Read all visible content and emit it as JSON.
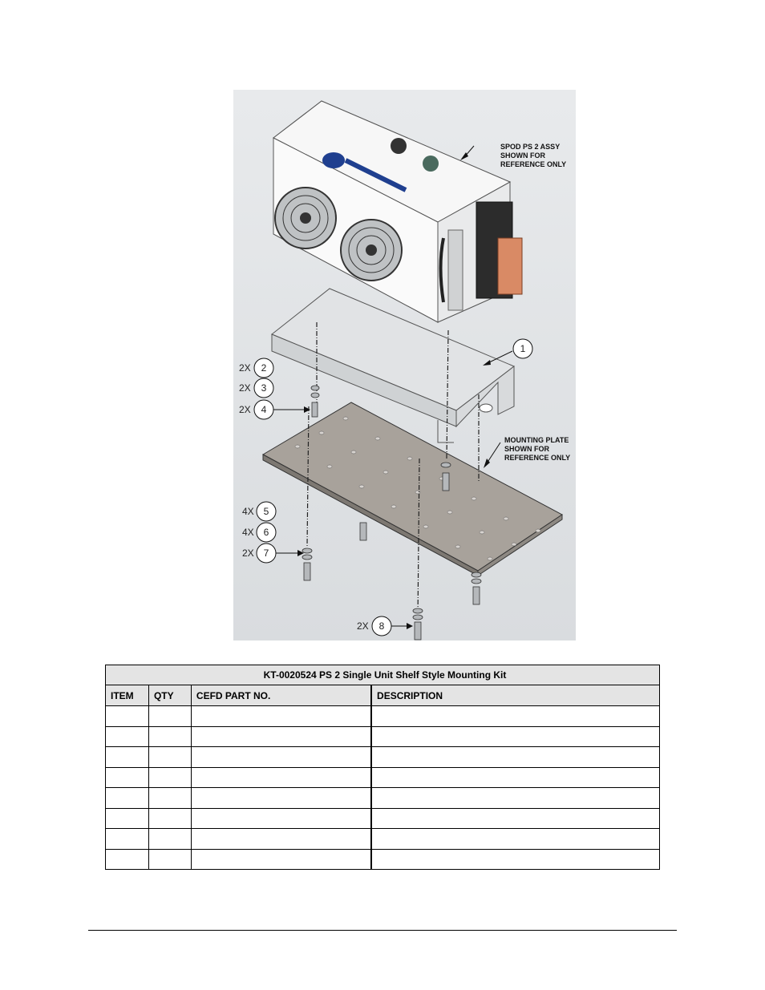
{
  "figure": {
    "note_spod": [
      "SPOD PS 2 ASSY",
      "SHOWN FOR",
      "REFERENCE ONLY"
    ],
    "note_plate": [
      "MOUNTING PLATE",
      "SHOWN FOR",
      "REFERENCE ONLY"
    ],
    "callouts": [
      {
        "qty": "",
        "item": "1"
      },
      {
        "qty": "2X",
        "item": "2"
      },
      {
        "qty": "2X",
        "item": "3"
      },
      {
        "qty": "2X",
        "item": "4"
      },
      {
        "qty": "4X",
        "item": "5"
      },
      {
        "qty": "4X",
        "item": "6"
      },
      {
        "qty": "2X",
        "item": "7"
      },
      {
        "qty": "2X",
        "item": "8"
      }
    ]
  },
  "table": {
    "title": "KT-0020524 PS 2 Single Unit Shelf Style Mounting Kit",
    "headers": [
      "ITEM",
      "QTY",
      "CEFD PART NO.",
      "DESCRIPTION"
    ],
    "rows": [
      [
        "",
        "",
        "",
        ""
      ],
      [
        "",
        "",
        "",
        ""
      ],
      [
        "",
        "",
        "",
        ""
      ],
      [
        "",
        "",
        "",
        ""
      ],
      [
        "",
        "",
        "",
        ""
      ],
      [
        "",
        "",
        "",
        ""
      ],
      [
        "",
        "",
        "",
        ""
      ],
      [
        "",
        "",
        "",
        ""
      ]
    ]
  }
}
